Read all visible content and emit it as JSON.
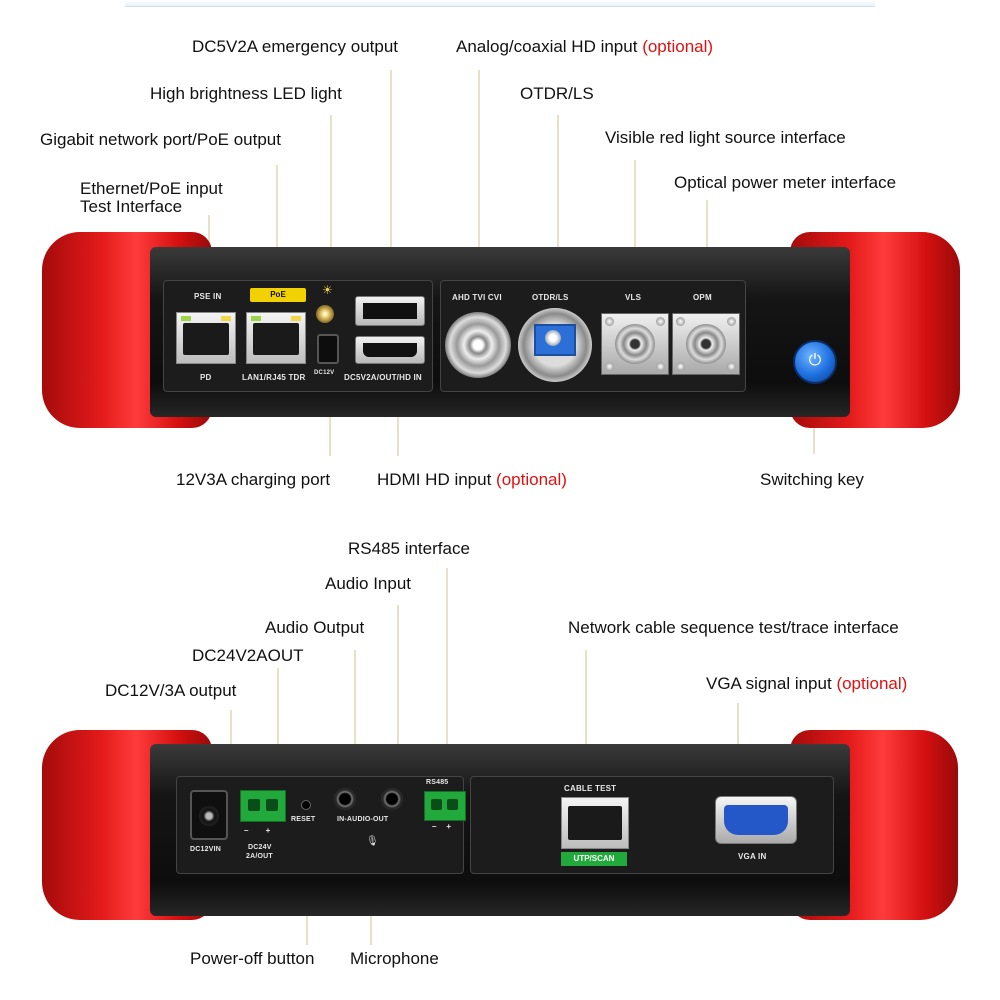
{
  "labels": {
    "dc5v2a_emergency": "DC5V2A emergency output",
    "analog_hd_input": "Analog/coaxial HD input",
    "analog_hd_input_opt": "(optional)",
    "led_light": "High brightness LED light",
    "otdr_ls": "OTDR/LS",
    "gigabit_port": "Gigabit network port/PoE output",
    "visible_red_light": "Visible red light source interface",
    "ethernet_poe_input": "Ethernet/PoE input",
    "test_interface": "Test Interface",
    "optical_power_meter": "Optical power meter interface",
    "charging_port": "12V3A charging port",
    "hdmi_input": "HDMI HD input",
    "hdmi_input_opt": "(optional)",
    "switching_key": "Switching key",
    "rs485": "RS485 interface",
    "audio_input": "Audio Input",
    "audio_output": "Audio Output",
    "network_cable_test": "Network cable sequence test/trace interface",
    "dc24v": "DC24V2AOUT",
    "dc12v": "DC12V/3A output",
    "vga_input": "VGA signal input",
    "vga_input_opt": "(optional)",
    "power_off": "Power-off button",
    "microphone": "Microphone"
  },
  "top_panel": {
    "pse_in": "PSE IN",
    "poe": "PoE",
    "pd": "PD",
    "lan1": "LAN1/RJ45 TDR",
    "dc12v_label": "DC12V",
    "dc5v_hdmi": "DC5V2A/OUT/HD IN",
    "amd_tvi_cvi": "AHD TVI CVI",
    "otdr_ls": "OTDR/LS",
    "vls": "VLS",
    "opm": "OPM"
  },
  "bottom_panel": {
    "dc12vin": "DC12VIN",
    "dc24v_out": "DC24V",
    "dc24v_out2": "2A/OUT",
    "reset": "RESET",
    "in_audio_out": "IN-AUDIO-OUT",
    "rs485": "RS485",
    "cable_test": "CABLE TEST",
    "utp_scan": "UTP/SCAN",
    "vga_in": "VGA IN"
  },
  "colors": {
    "bumper": "#e31a1a",
    "optional": "#e01010",
    "power_button": "#1e6fe0",
    "green_terminal": "#21a93b"
  }
}
